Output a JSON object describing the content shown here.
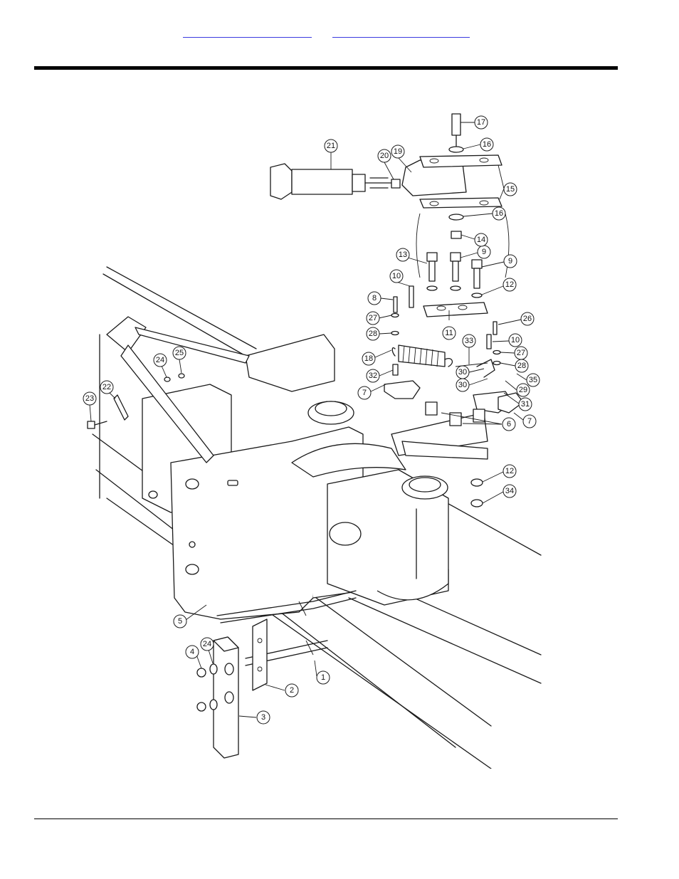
{
  "header": {
    "link_left": "",
    "link_right": ""
  },
  "diagram": {
    "callouts": [
      "1",
      "2",
      "3",
      "4",
      "5",
      "6",
      "7",
      "7",
      "8",
      "9",
      "9",
      "10",
      "10",
      "11",
      "12",
      "12",
      "13",
      "14",
      "15",
      "16",
      "16",
      "17",
      "18",
      "19",
      "20",
      "21",
      "22",
      "23",
      "24",
      "24",
      "25",
      "26",
      "27",
      "27",
      "28",
      "28",
      "29",
      "30",
      "30",
      "31",
      "32",
      "33",
      "34",
      "35"
    ]
  }
}
